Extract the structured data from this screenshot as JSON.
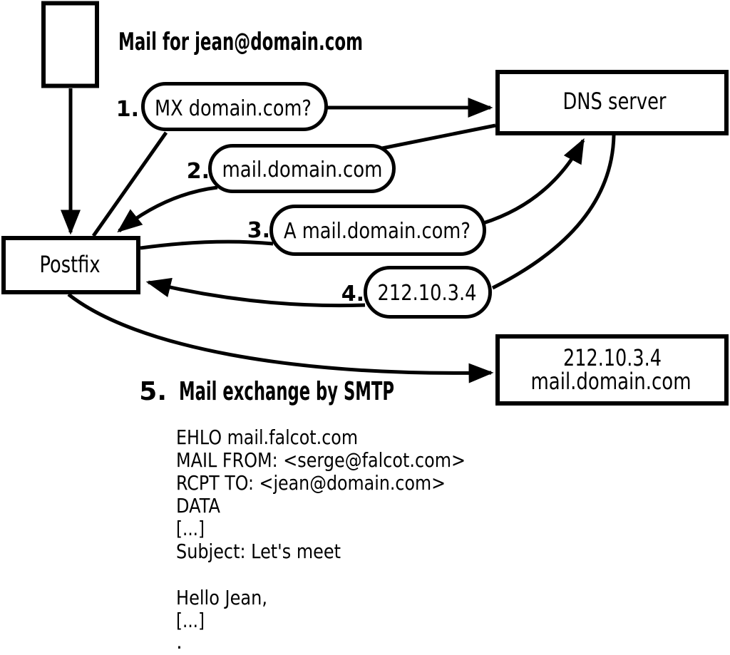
{
  "title": "Mail for jean@domain.com",
  "nodes": {
    "postfix": "Postfix",
    "dns_server": "DNS server",
    "mail_server_line1": "212.10.3.4",
    "mail_server_line2": "mail.domain.com"
  },
  "steps": [
    {
      "num": "1.",
      "label": "MX domain.com?"
    },
    {
      "num": "2.",
      "label": "mail.domain.com"
    },
    {
      "num": "3.",
      "label": "A mail.domain.com?"
    },
    {
      "num": "4.",
      "label": "212.10.3.4"
    },
    {
      "num": "5.",
      "label": "Mail exchange by SMTP"
    }
  ],
  "smtp_session": {
    "lines": [
      "EHLO mail.falcot.com",
      "MAIL FROM: <serge@falcot.com>",
      "RCPT TO: <jean@domain.com>",
      "DATA",
      "[...]",
      "Subject: Let's meet",
      "",
      "Hello Jean,",
      "[...]",
      "."
    ]
  },
  "colors": {
    "ink": "#000000",
    "background": "#ffffff"
  }
}
